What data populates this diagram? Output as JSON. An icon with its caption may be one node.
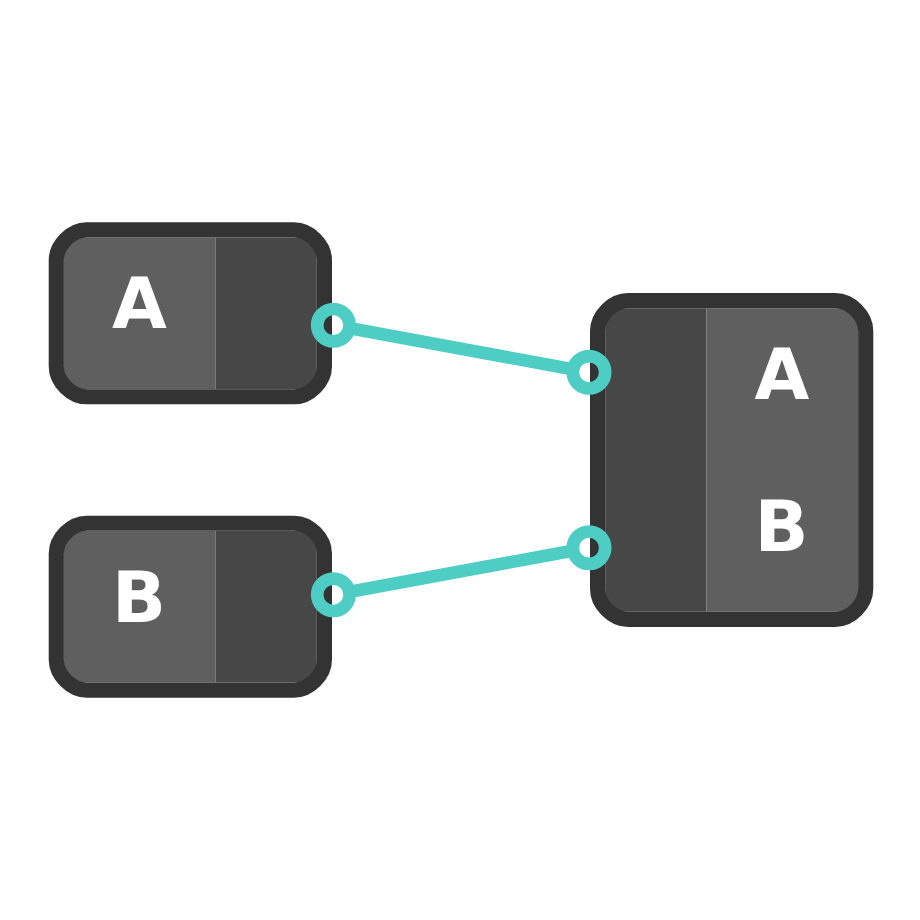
{
  "diagram": {
    "nodes": [
      {
        "text": [
          "A"
        ]
      },
      {
        "text": [
          "B"
        ]
      },
      {
        "text": [
          "A",
          "B"
        ]
      }
    ],
    "edges": [
      {
        "from": 0,
        "to": 2,
        "arrow": "other"
      },
      {
        "from": 1,
        "to": 2,
        "arrow": "other"
      }
    ]
  }
}
